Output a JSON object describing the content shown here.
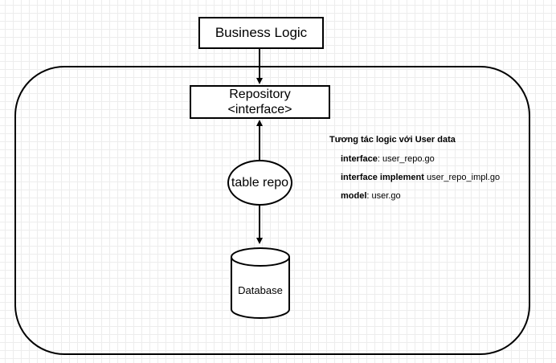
{
  "nodes": {
    "business_logic": "Business Logic",
    "repository_line1": "Repository",
    "repository_line2": "<interface>",
    "table_repo": "table repo",
    "database": "Database"
  },
  "info": {
    "title": "Tương tác logic với User data",
    "rows": [
      {
        "key": "interface",
        "value": ": user_repo.go"
      },
      {
        "key": "interface implement",
        "value": " user_repo_impl.go"
      },
      {
        "key": "model",
        "value": ": user.go"
      }
    ]
  },
  "colors": {
    "stroke": "#000000",
    "grid": "#ededed",
    "background": "#ffffff"
  }
}
